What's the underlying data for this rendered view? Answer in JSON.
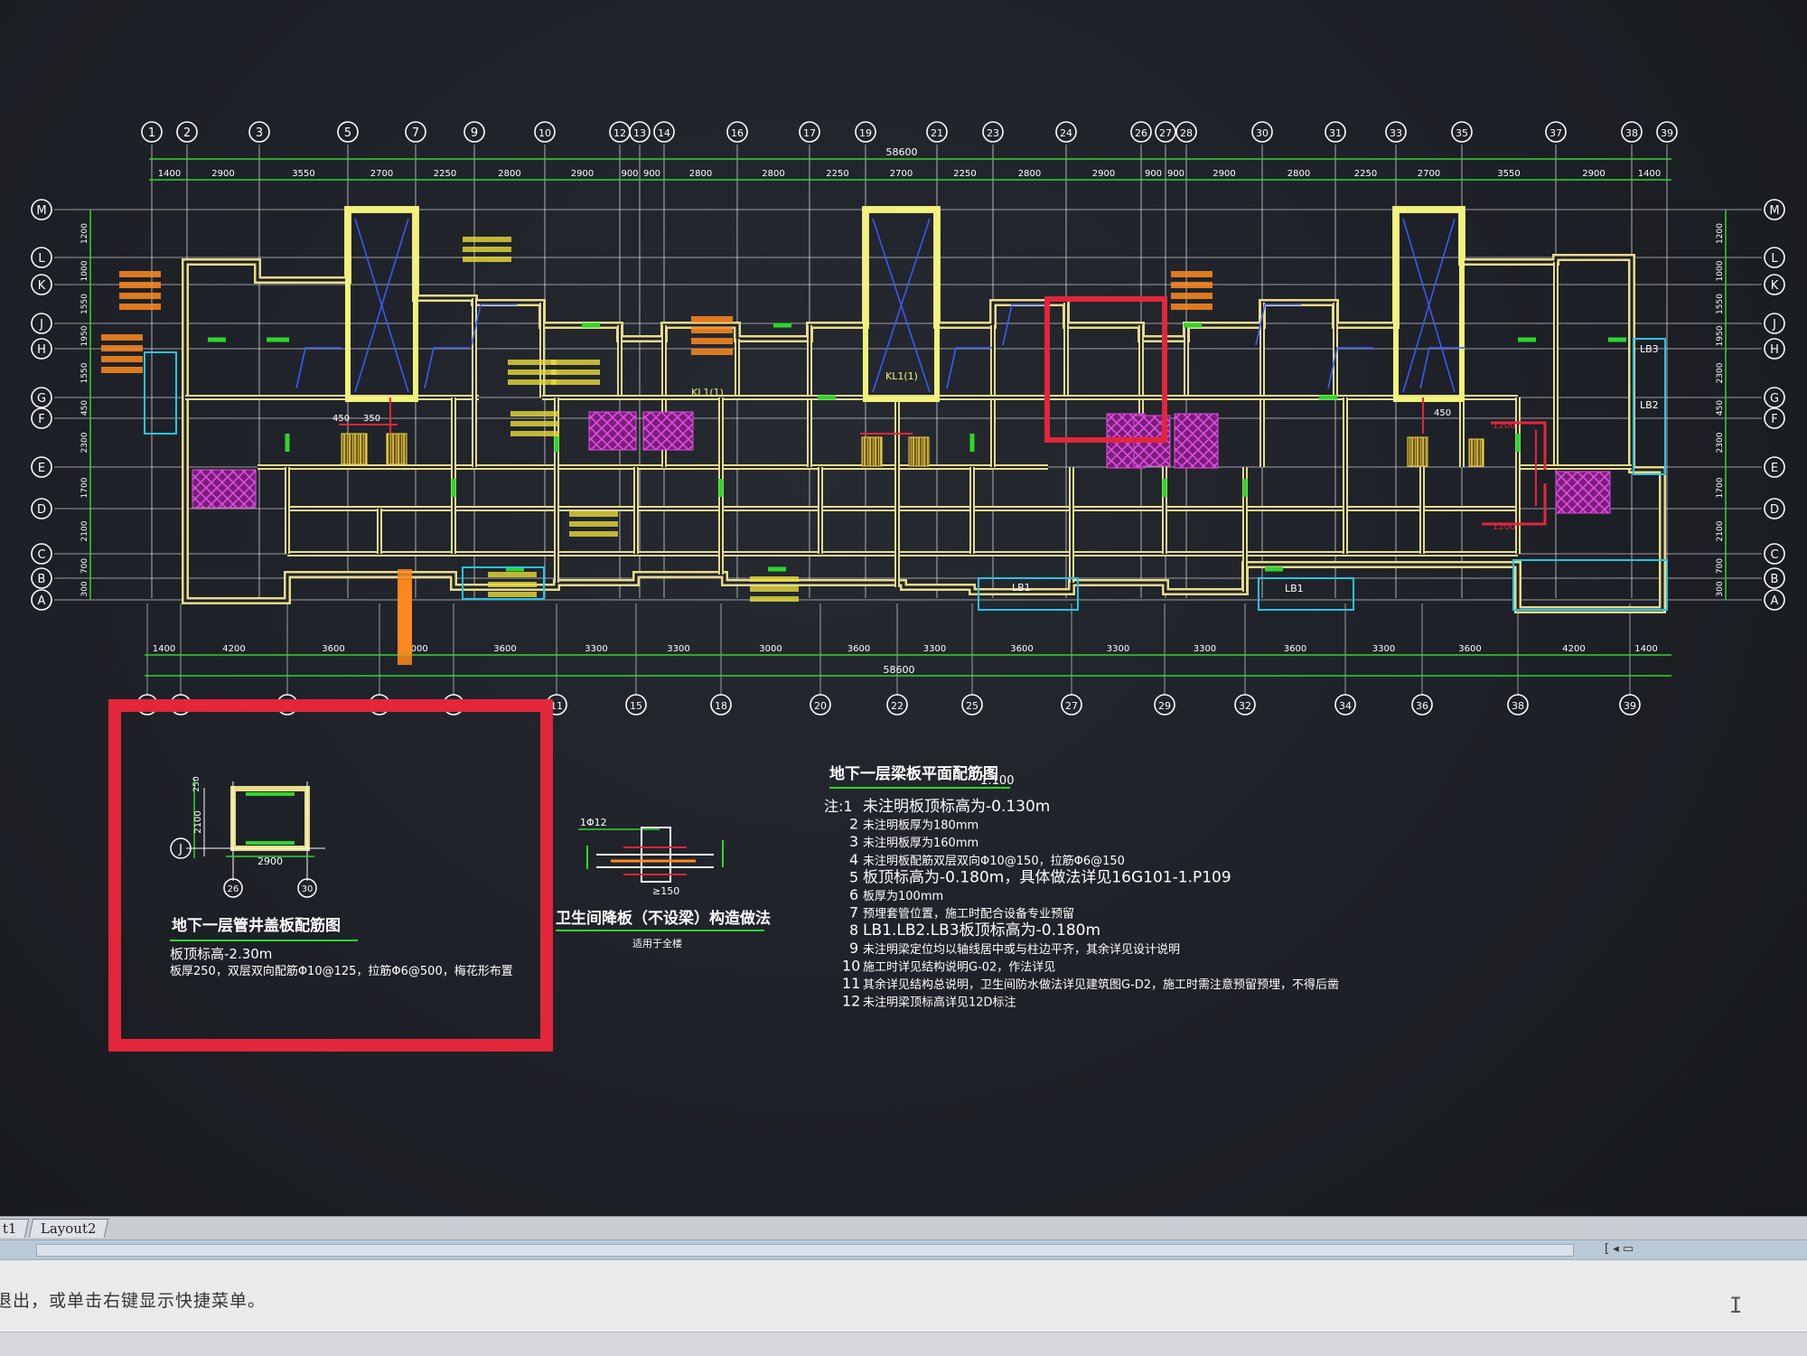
{
  "colors": {
    "background": "#1d2026",
    "grid": "#ffffff",
    "dim": "#2fd52f",
    "wall": "#e8dc8a",
    "beam": "#f2f27a",
    "red": "#e3263a",
    "magenta": "#d63cd6",
    "orange": "#ff8a1e",
    "cyan": "#27c4e6",
    "blue": "#3c5cff"
  },
  "grid_top": [
    "1",
    "2",
    "3",
    "5",
    "7",
    "9",
    "10",
    "12",
    "13",
    "14",
    "16",
    "17",
    "19",
    "21",
    "23",
    "24",
    "26",
    "27",
    "28",
    "30",
    "31",
    "33",
    "35",
    "37",
    "38",
    "39"
  ],
  "grid_bottom": [
    "1",
    "3",
    "4",
    "6",
    "8",
    "11",
    "15",
    "18",
    "20",
    "22",
    "25",
    "27",
    "29",
    "32",
    "34",
    "36",
    "38",
    "39"
  ],
  "grid_rows": [
    "M",
    "L",
    "K",
    "J",
    "H",
    "G",
    "F",
    "E",
    "D",
    "C",
    "B",
    "A"
  ],
  "dims_top": [
    "1400",
    "2900",
    "3550",
    "2700",
    "2250",
    "2800",
    "2900",
    "900",
    "900",
    "2800",
    "2800",
    "2250",
    "2700",
    "2250",
    "2800",
    "2900",
    "900",
    "900",
    "2900",
    "2800",
    "2250",
    "2700",
    "3550",
    "2900",
    "1400"
  ],
  "dims_top_total": "58600",
  "dims_bottom": [
    "1400",
    "4200",
    "3600",
    "3000",
    "3600",
    "3300",
    "3300",
    "3000",
    "3600",
    "3300",
    "3600",
    "3300",
    "3300",
    "3600",
    "3300",
    "3600",
    "4200",
    "1400"
  ],
  "dims_bottom_total": "58600",
  "dims_left": [
    "1200",
    "1000",
    "1550",
    "1950",
    "1550",
    "450",
    "2300",
    "1700",
    "2100",
    "700",
    "300"
  ],
  "dims_right": [
    "1200",
    "1000",
    "1550",
    "1950",
    "2300",
    "450",
    "2300",
    "1700",
    "2100",
    "700",
    "300"
  ],
  "plan_labels": {
    "lb1": "LB1",
    "lb2": "LB2",
    "lb3": "LB3",
    "kl": "KL1(1)",
    "d1200": "1200",
    "d450": "450",
    "d350": "350"
  },
  "detail": {
    "title": "地下一层管井盖板配筋图",
    "line1": "板顶标高-2.30m",
    "line2": "板厚250，双层双向配筋Φ10@125，拉筋Φ6@500，梅花形布置",
    "dim_h": "2900",
    "dim_v1": "250",
    "dim_v2": "2100",
    "axis_j": "J",
    "axis_a": "26",
    "axis_b": "30"
  },
  "section": {
    "title": "卫生间降板（不设梁）构造做法",
    "subtitle": "适用于全楼",
    "label": "1Φ12",
    "dim": "≥150"
  },
  "notes": {
    "title": "地下一层梁板平面配筋图",
    "scale": "1:100",
    "items": [
      {
        "num": "注:1",
        "text": "未注明板顶标高为-0.130m"
      },
      {
        "num": "2",
        "text": "未注明板厚为180mm"
      },
      {
        "num": "3",
        "text": "未注明板厚为160mm"
      },
      {
        "num": "4",
        "text": "未注明板配筋双层双向Φ10@150，拉筋Φ6@150"
      },
      {
        "num": "5",
        "text": "板顶标高为-0.180m，具体做法详见16G101-1.P109"
      },
      {
        "num": "6",
        "text": "板厚为100mm"
      },
      {
        "num": "7",
        "text": "预埋套管位置，施工时配合设备专业预留"
      },
      {
        "num": "8",
        "text": "LB1.LB2.LB3板顶标高为-0.180m"
      },
      {
        "num": "9",
        "text": "未注明梁定位均以轴线居中或与柱边平齐，其余详见设计说明"
      },
      {
        "num": "10",
        "text": "施工时详见结构说明G-02，作法详见"
      },
      {
        "num": "11",
        "text": "其余详见结构总说明，卫生间防水做法详见建筑图G-D2，施工时需注意预留预埋，不得后凿"
      },
      {
        "num": "12",
        "text": "未注明梁顶标高详见12D标注"
      }
    ]
  },
  "tabs": [
    "t1",
    "Layout2"
  ],
  "command_prompt": "退出，或单击右键显示快捷菜单。"
}
